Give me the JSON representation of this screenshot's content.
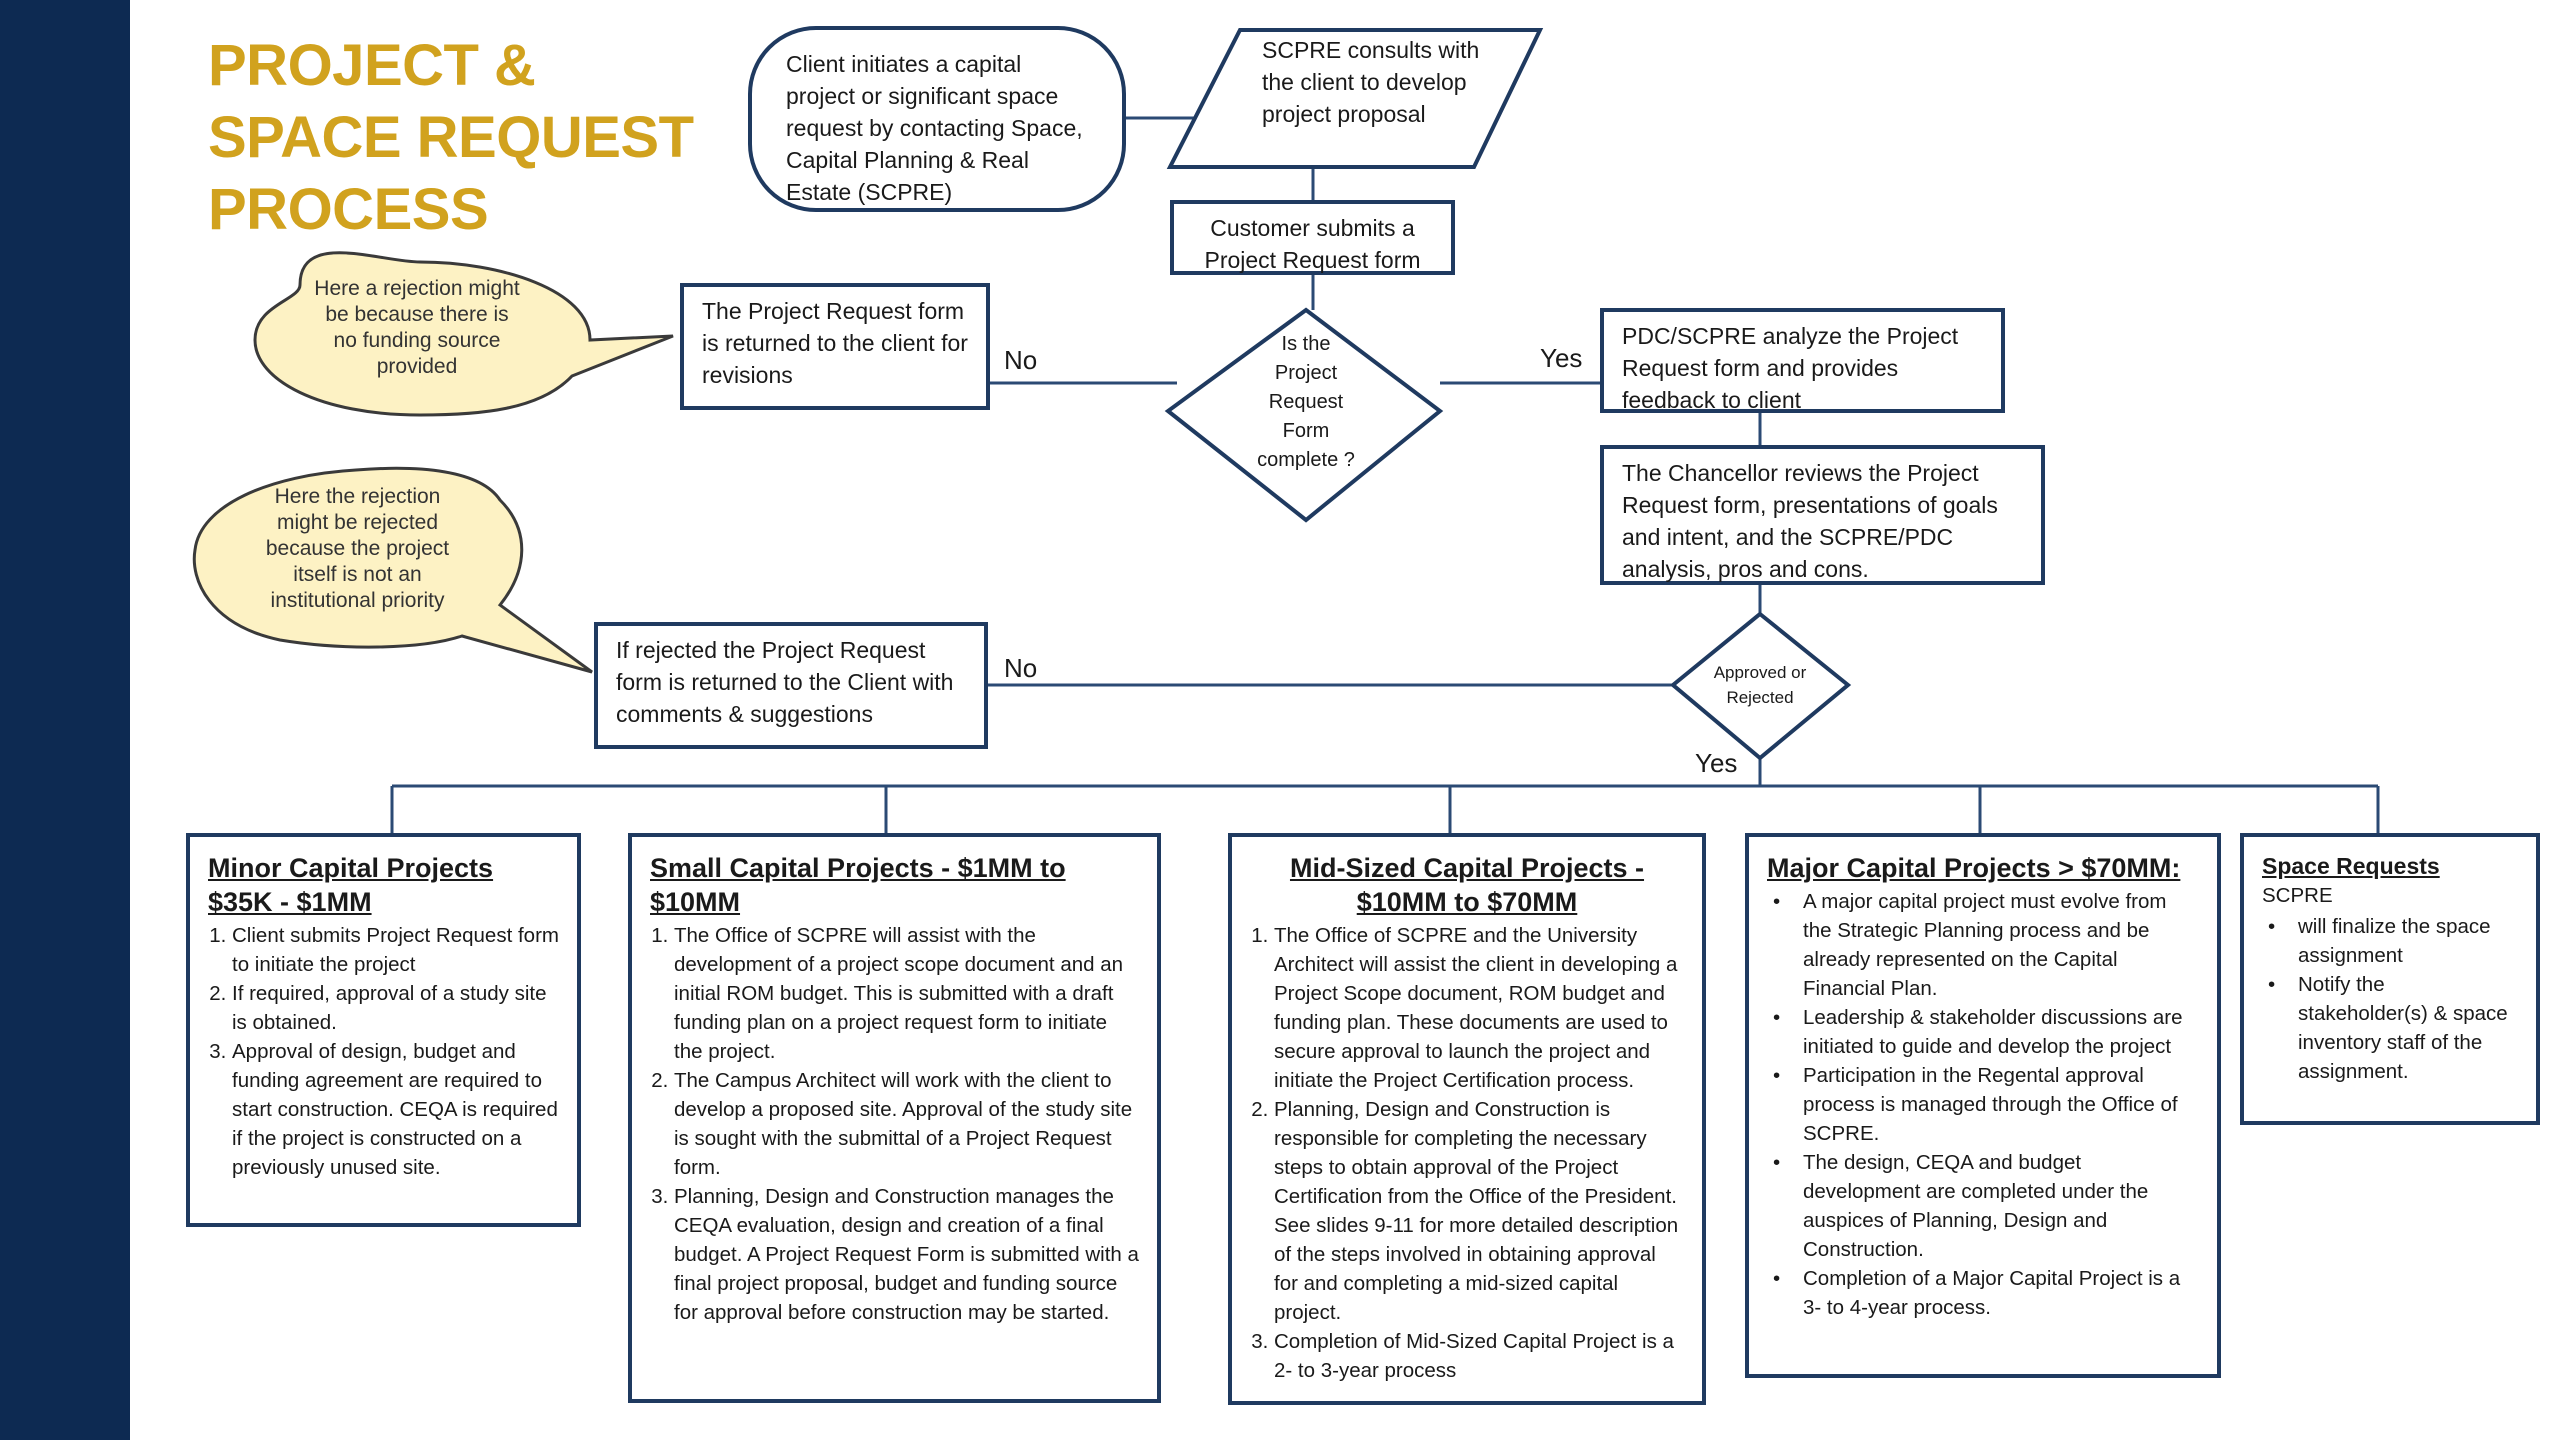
{
  "title": {
    "line1": "PROJECT &",
    "line2": "SPACE REQUEST",
    "line3": "PROCESS"
  },
  "flow": {
    "client_initiates": "Client initiates a capital project or significant space request by contacting Space, Capital Planning & Real Estate (SCPRE)",
    "scpre_consults": "SCPRE consults with the client to develop project proposal",
    "customer_submits": "Customer submits a Project Request form",
    "decision1": "Is the Project Request Form complete ?",
    "returned_for_revisions": "The Project Request form is returned to the client for revisions",
    "no1": "No",
    "yes1": "Yes",
    "pdc_analyze": "PDC/SCPRE analyze the Project Request form and provides feedback to client",
    "chancellor_reviews": "The Chancellor reviews the Project Request form, presentations of goals and intent, and the SCPRE/PDC analysis, pros and cons.",
    "decision2": "Approved or Rejected",
    "rejected_returned": "If rejected the Project Request form is returned to the Client with comments & suggestions",
    "no2": "No",
    "yes2": "Yes"
  },
  "callouts": {
    "c1": "Here a rejection might be because there is no funding source provided",
    "c2": "Here the rejection might be rejected because the project itself is not an institutional priority"
  },
  "categories": {
    "minor": {
      "title": "Minor Capital Projects $35K - $1MM",
      "items": [
        "Client submits Project Request form to initiate the project",
        "If required, approval of a study site is obtained.",
        "Approval of design, budget and funding agreement are required to start construction.  CEQA is required if the project is constructed on a previously unused site."
      ]
    },
    "small": {
      "title": "Small Capital Projects - $1MM to $10MM",
      "items": [
        "The Office of SCPRE will assist with the development of a project scope document and an initial ROM budget.  This is submitted with a draft funding plan on a project request form to initiate the project.",
        "The Campus Architect will work with the client to develop a proposed site.  Approval of the study site is sought with the submittal of a Project Request form.",
        "Planning, Design and Construction manages the CEQA evaluation, design and creation of a final budget.  A Project Request Form is submitted with a final project proposal, budget and funding source for approval  before construction may be started."
      ]
    },
    "mid": {
      "title": "Mid-Sized Capital Projects - $10MM to $70MM",
      "items": [
        "The Office of SCPRE and the University Architect will assist the client in developing a Project Scope document, ROM budget and funding plan.  These documents are used to secure approval to launch the project and initiate the Project Certification process.",
        "Planning, Design and Construction  is responsible for completing the necessary steps to obtain approval of the Project Certification from the Office of the President.  See slides 9-11 for more detailed description of the steps involved in obtaining approval for and completing a mid-sized capital project.",
        "Completion of Mid-Sized Capital Project is a 2- to 3-year process"
      ]
    },
    "major": {
      "title": "Major Capital Projects > $70MM:",
      "items": [
        "A major capital project must evolve from the Strategic Planning process and be already represented on the Capital Financial Plan.",
        "Leadership & stakeholder discussions are initiated to guide and develop the project",
        "Participation in the Regental approval process is managed through the Office of SCPRE.",
        "The design, CEQA and budget development are completed under the auspices of Planning, Design and Construction.",
        "Completion of a Major Capital Project is a 3- to 4-year process."
      ]
    },
    "space": {
      "title": "Space Requests",
      "subtitle": "SCPRE",
      "items": [
        "will finalize the space assignment",
        "Notify the stakeholder(s) & space inventory staff of the assignment."
      ]
    }
  },
  "colors": {
    "sidebar": "#0d2a52",
    "title": "#d1a21e",
    "border": "#1f3a60",
    "callout_fill": "#fdf2c4"
  }
}
